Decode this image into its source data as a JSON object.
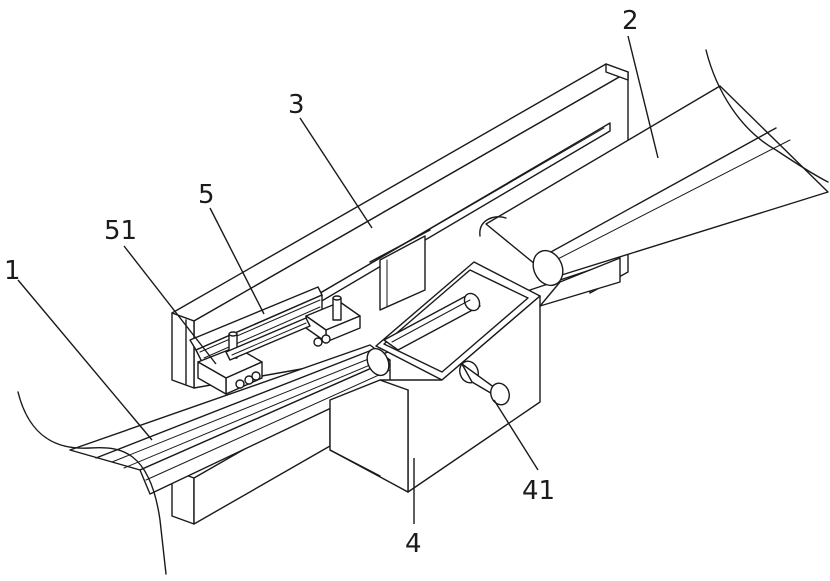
{
  "callouts": {
    "c1": "1",
    "c2": "2",
    "c3": "3",
    "c4": "4",
    "c5": "5",
    "c41": "41",
    "c51": "51"
  }
}
